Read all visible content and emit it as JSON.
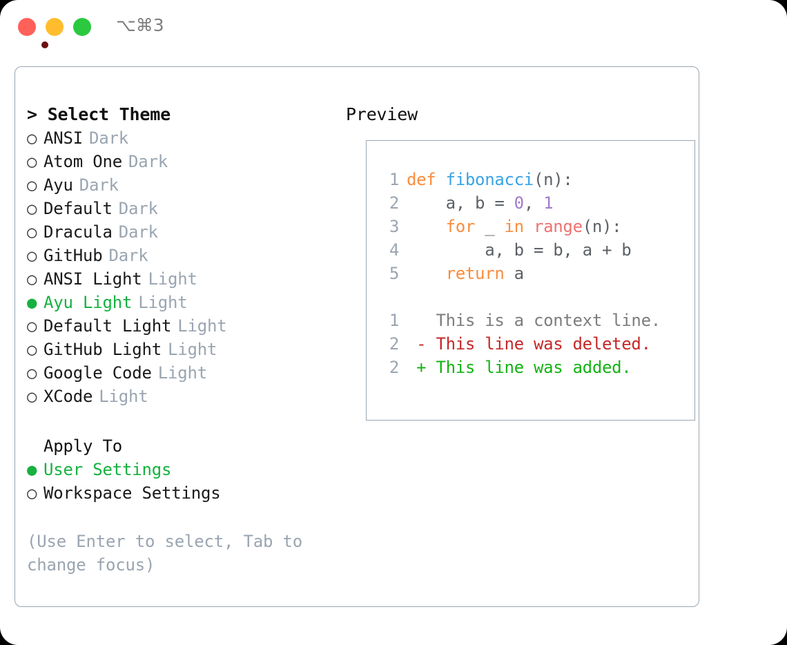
{
  "titlebar": {
    "shortcut": "⌥⌘3",
    "buttons": {
      "close": "close",
      "minimize": "minimize",
      "maximize": "maximize"
    }
  },
  "left_panel": {
    "title": "> Select Theme",
    "prompt_symbol": ">",
    "themes": [
      {
        "bullet": "○",
        "name": "ANSI",
        "tag": "Dark",
        "selected": false
      },
      {
        "bullet": "○",
        "name": "Atom One",
        "tag": "Dark",
        "selected": false
      },
      {
        "bullet": "○",
        "name": "Ayu",
        "tag": "Dark",
        "selected": false
      },
      {
        "bullet": "○",
        "name": "Default",
        "tag": "Dark",
        "selected": false
      },
      {
        "bullet": "○",
        "name": "Dracula",
        "tag": "Dark",
        "selected": false
      },
      {
        "bullet": "○",
        "name": "GitHub",
        "tag": "Dark",
        "selected": false
      },
      {
        "bullet": "○",
        "name": "ANSI Light",
        "tag": "Light",
        "selected": false
      },
      {
        "bullet": "●",
        "name": "Ayu Light",
        "tag": "Light",
        "selected": true
      },
      {
        "bullet": "○",
        "name": "Default Light",
        "tag": "Light",
        "selected": false
      },
      {
        "bullet": "○",
        "name": "GitHub Light",
        "tag": "Light",
        "selected": false
      },
      {
        "bullet": "○",
        "name": "Google Code",
        "tag": "Light",
        "selected": false
      },
      {
        "bullet": "○",
        "name": "XCode",
        "tag": "Light",
        "selected": false
      }
    ],
    "apply_to": {
      "title": "Apply To",
      "options": [
        {
          "bullet": "●",
          "label": "User Settings",
          "selected": true
        },
        {
          "bullet": "○",
          "label": "Workspace Settings",
          "selected": false
        }
      ]
    },
    "hint": "(Use Enter to select, Tab to change focus)"
  },
  "right_panel": {
    "title": "Preview",
    "code": {
      "lines": [
        {
          "number": "1",
          "segments": [
            {
              "text": "def ",
              "token": "kw"
            },
            {
              "text": "fibonacci",
              "token": "fn"
            },
            {
              "text": "(n):",
              "token": "plain"
            }
          ]
        },
        {
          "number": "2",
          "segments": [
            {
              "text": "    a, b = ",
              "token": "plain"
            },
            {
              "text": "0",
              "token": "num"
            },
            {
              "text": ", ",
              "token": "plain"
            },
            {
              "text": "1",
              "token": "num"
            }
          ]
        },
        {
          "number": "3",
          "segments": [
            {
              "text": "    ",
              "token": "plain"
            },
            {
              "text": "for",
              "token": "kw"
            },
            {
              "text": " _ ",
              "token": "plain"
            },
            {
              "text": "in",
              "token": "kw"
            },
            {
              "text": " ",
              "token": "plain"
            },
            {
              "text": "range",
              "token": "builtin"
            },
            {
              "text": "(n):",
              "token": "plain"
            }
          ]
        },
        {
          "number": "4",
          "segments": [
            {
              "text": "        a, b = b, a + b",
              "token": "plain"
            }
          ]
        },
        {
          "number": "5",
          "segments": [
            {
              "text": "    ",
              "token": "plain"
            },
            {
              "text": "return",
              "token": "kw"
            },
            {
              "text": " a",
              "token": "plain"
            }
          ]
        }
      ]
    },
    "diff": {
      "lines": [
        {
          "number": "1",
          "marker": " ",
          "text": "This is a context line.",
          "kind": "ctx"
        },
        {
          "number": "2",
          "marker": "-",
          "text": "This line was deleted.",
          "kind": "del"
        },
        {
          "number": "2",
          "marker": "+",
          "text": "This line was added.",
          "kind": "add"
        }
      ]
    }
  },
  "colors": {
    "accent_green": "#16b13f",
    "muted": "#9aa5b1",
    "keyword": "#fa8d3e",
    "function": "#3aa3e3",
    "number": "#a37acc",
    "builtin": "#f07171",
    "diff_delete": "#c62828",
    "diff_add": "#15b215",
    "border": "#9aa5b1"
  }
}
